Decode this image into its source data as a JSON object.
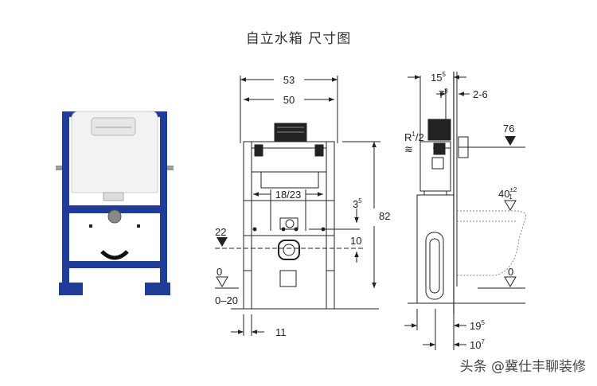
{
  "title": "自立水箱 尺寸图",
  "front": {
    "w53": "53",
    "w50": "50",
    "d1823": "18/23",
    "d3": "3",
    "d3_sup": "5",
    "h82": "82",
    "d22": "22",
    "d10": "10",
    "d0": "0",
    "d020": "0–20",
    "d11": "11"
  },
  "side": {
    "d15": "15",
    "d15_sup": "5",
    "d7": "7",
    "d7_sup": "8",
    "d26": "2-6",
    "r12_r": "R",
    "r12_sup": "1",
    "r12_sub": "/2",
    "d76": "76",
    "d40": "40",
    "d40_sup": "±2",
    "d40_sub": "1",
    "d0": "0",
    "d19": "19",
    "d19_sup": "5",
    "d10": "10",
    "d10_sup": "7"
  },
  "watermark": "头条 @冀仕丰聊装修"
}
